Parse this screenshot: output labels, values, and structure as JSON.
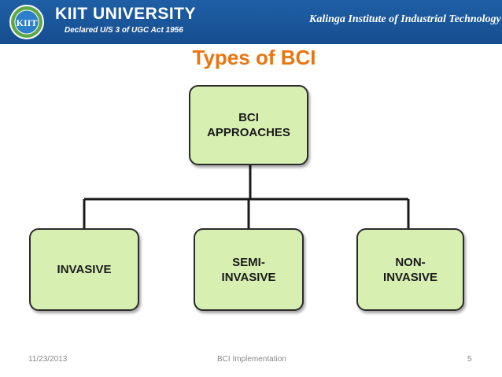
{
  "header": {
    "university_name": "KIIT UNIVERSITY",
    "declared": "Declared U/S 3 of UGC Act 1956",
    "institute": "Kalinga Institute of Industrial Technology",
    "logo_icon": "kiit-logo-icon",
    "logo_text": "KIIT",
    "banner_color": "#1a58a0"
  },
  "slide": {
    "title": "Types of BCI",
    "title_color": "#e87511"
  },
  "diagram": {
    "root": {
      "label": "BCI\nAPPROACHES"
    },
    "children": [
      {
        "label": "INVASIVE"
      },
      {
        "label": "SEMI-\nINVASIVE"
      },
      {
        "label": "NON-\nINVASIVE"
      }
    ],
    "node_fill": "#d7f0b2"
  },
  "footer": {
    "date": "11/23/2013",
    "center": "BCI Implementation",
    "page": "5"
  }
}
